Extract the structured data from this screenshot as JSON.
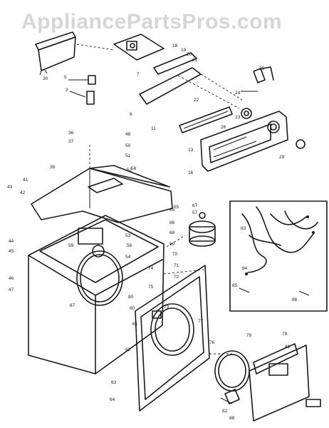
{
  "watermark": "AppliancePartsPros.com",
  "labels": [
    {
      "id": "A",
      "text": "30"
    },
    {
      "id": "B",
      "text": "5"
    },
    {
      "id": "C",
      "text": "3"
    },
    {
      "id": "D",
      "text": "18"
    },
    {
      "id": "E",
      "text": "19"
    },
    {
      "id": "F",
      "text": "20"
    },
    {
      "id": "G",
      "text": "21"
    },
    {
      "id": "H",
      "text": "7"
    },
    {
      "id": "I",
      "text": "22"
    },
    {
      "id": "J",
      "text": "6"
    },
    {
      "id": "K",
      "text": "11"
    },
    {
      "id": "L",
      "text": "24"
    },
    {
      "id": "M",
      "text": "25"
    },
    {
      "id": "N",
      "text": "23"
    },
    {
      "id": "O",
      "text": "36"
    },
    {
      "id": "P",
      "text": "37"
    },
    {
      "id": "Q",
      "text": "38"
    },
    {
      "id": "R",
      "text": "48"
    },
    {
      "id": "S",
      "text": "50"
    },
    {
      "id": "T",
      "text": "51"
    },
    {
      "id": "U",
      "text": "52"
    },
    {
      "id": "V",
      "text": "13"
    },
    {
      "id": "W",
      "text": "16"
    },
    {
      "id": "X",
      "text": "26"
    },
    {
      "id": "Y",
      "text": "29"
    },
    {
      "id": "Z",
      "text": "41"
    },
    {
      "id": "AA",
      "text": "42"
    },
    {
      "id": "AB",
      "text": "43"
    },
    {
      "id": "AC",
      "text": "44"
    },
    {
      "id": "AD",
      "text": "45"
    },
    {
      "id": "AE",
      "text": "46"
    },
    {
      "id": "AF",
      "text": "47"
    },
    {
      "id": "AG",
      "text": "53"
    },
    {
      "id": "AH",
      "text": "54"
    },
    {
      "id": "AI",
      "text": "55"
    },
    {
      "id": "AJ",
      "text": "56"
    },
    {
      "id": "AK",
      "text": "57"
    },
    {
      "id": "AL",
      "text": "58"
    },
    {
      "id": "AM",
      "text": "59"
    },
    {
      "id": "AN",
      "text": "60"
    },
    {
      "id": "AO",
      "text": "61"
    },
    {
      "id": "AP",
      "text": "62"
    },
    {
      "id": "AQ",
      "text": "63"
    },
    {
      "id": "AR",
      "text": "64"
    },
    {
      "id": "AS",
      "text": "65"
    },
    {
      "id": "AT",
      "text": "66"
    },
    {
      "id": "AU",
      "text": "67"
    },
    {
      "id": "AV",
      "text": "68"
    },
    {
      "id": "AW",
      "text": "69"
    },
    {
      "id": "AX",
      "text": "70"
    },
    {
      "id": "AY",
      "text": "71"
    },
    {
      "id": "AZ",
      "text": "72"
    },
    {
      "id": "BA",
      "text": "73"
    },
    {
      "id": "BB",
      "text": "74"
    },
    {
      "id": "BC",
      "text": "75"
    },
    {
      "id": "BD",
      "text": "76"
    },
    {
      "id": "BE",
      "text": "77"
    },
    {
      "id": "BF",
      "text": "78"
    },
    {
      "id": "BG",
      "text": "79"
    },
    {
      "id": "BH",
      "text": "80"
    },
    {
      "id": "BI",
      "text": "81"
    },
    {
      "id": "BJ",
      "text": "82"
    },
    {
      "id": "BK",
      "text": "83"
    },
    {
      "id": "BL",
      "text": "84"
    },
    {
      "id": "BM",
      "text": "85"
    },
    {
      "id": "BN",
      "text": "86"
    },
    {
      "id": "BO",
      "text": "87"
    },
    {
      "id": "BP",
      "text": "88"
    }
  ]
}
